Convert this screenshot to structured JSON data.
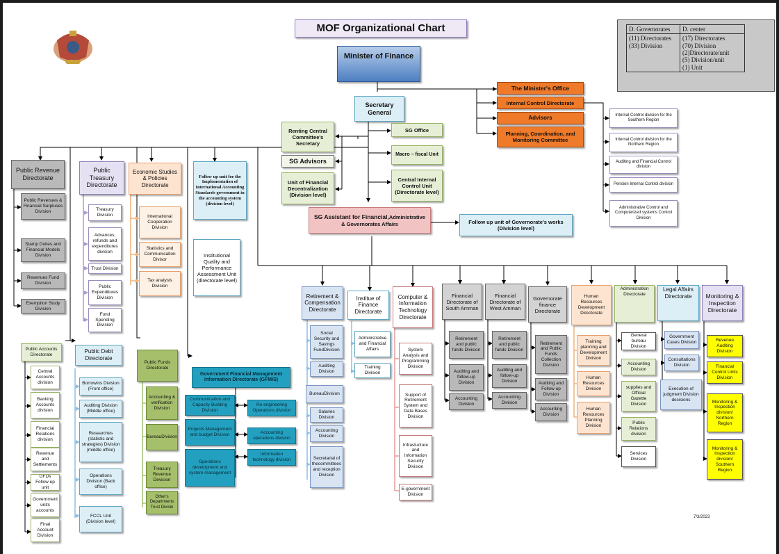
{
  "title": "MOF Organizational Chart",
  "date": "7/3/2023",
  "legend": {
    "col1_header": "D. Governorates",
    "col2_header": "D. center",
    "col1_lines": [
      "(11) Directorates",
      "(33) Division"
    ],
    "col2_lines": [
      "(17) Directorates",
      "(70) Division",
      "(2)Directorate/unit",
      "(5) Division/unit",
      "(1) Unit"
    ]
  },
  "nodes": {
    "minister": "Minister of Finance",
    "ministers_office": "The Minister's Office",
    "internal_control": "Internal Control Directorate",
    "advisors": "Advisors",
    "planning": "Planning, Coordination, and Monitoring Committee",
    "ic_southern": "Internal Control division for the Southern Region",
    "ic_northern": "Internal Control division for the Northern Region",
    "auditing_financial_control": "Auditing and Financial Control division",
    "pension_control": "Pension Internal Control division",
    "admin_computerized_control": "Administrative Control and Computerized systems Control Division",
    "secretary_general": "Secretary General",
    "renting_committee": "Renting Central Committee's Secretary",
    "sg_advisors": "SG Advisors",
    "fiscal_decentralization": "Unit of Financial Decentralization (Division level)",
    "sg_office": "SG Office",
    "macro_fiscal": "Macro – fiscal Unit",
    "central_internal_control": "Central Internal Control Unit (Directorate level)",
    "sg_assistant_a": "SG Assistant for Financial,",
    "sg_assistant_b": "Administrative",
    "sg_assistant_c": "& Governorates Affairs",
    "follow_up_governorate": "Follow up unit of Governorate's works (Division level)",
    "public_revenue": "Public Revenue Directorate",
    "pr_revenues": "Public Revenues & Financial Surpluses Division",
    "pr_stamp": "Stamp Duties and Financial Models Division",
    "pr_revenues_fund": "Revenues Fund Division",
    "pr_exemption": "Exemption Study Division",
    "public_treasury": "Public Treasury Directorate",
    "pt_treasury": "Treasury Division",
    "pt_advances": "Advances, refunds and expenditures division",
    "pt_trust": "Trust Division",
    "pt_public_expenditures": "Public Expenditures Division",
    "pt_fund_spending": "Fund Spending Division",
    "economic_studies": "Economic Studies & Policies Directorate",
    "es_international": "International Cooperation Division",
    "es_statistics": "Statistics and Communication Divisor",
    "es_tax": "Tax analysis Division",
    "follow_up_ias": "Follow up unit for the Implementation of International Accounting Standards government in the accounting system (division level)",
    "institutional_quality": "Institutional Quality and Performance Assessment Unit (directorate level)",
    "public_accounts": "Public Accounts Directorate",
    "pa_central": "Central Accounts division",
    "pa_banking": "Banking Accounts division",
    "pa_financial_relations": "Financial Relations division",
    "pa_revenue_settlements": "Revenue and Settlements",
    "pa_gfds": "GFDs Follow up unit",
    "pa_gov_units": "Government units accounts",
    "pa_final": "Final Account Division",
    "public_debt": "Public Debt Directorate",
    "pd_borrowing": "Borrowins Division (Front office)",
    "pd_auditing": "Auditing Division (Middle office)",
    "pd_researches": "Researches (statistic and strategies) Division (middle office)",
    "pd_operations": "Operations Division (Back office)",
    "pd_fccl": "FCCL Unit (Division level)",
    "public_funds": "Public Funds Directorate",
    "pf_accounting": "Accounting & verification Division",
    "pf_bureau": "BureauDivision",
    "pf_treasury_revenue": "Treasury Revenue Devision",
    "pf_others": "Other's Departments Trust Divisin",
    "gfmis": "Government Financial Management Information Directorate (GFMIS)",
    "gf_communication": "Communication and Capacity Building Division",
    "gf_projects": "Projects Management and budget Division",
    "gf_operations": "Operations development and system management",
    "gf_reengineering": "Re engineering Operations division",
    "gf_accounting_ops": "Accounting operations division",
    "gf_info_tech": "Information technology division",
    "retirement": "Retirement & Compensation Directorate",
    "rc_social": "Social Security and Savings FundDivision",
    "rc_auditing": "Auditing Division",
    "rc_bureau": "BureauDivision",
    "rc_salaries": "Salaries Division",
    "rc_accounting": "Accounting Division",
    "rc_secretarial": "Secretarial of thecommittees and reception Division",
    "institute": "Institue of Finance Directorate",
    "if_admin": "Administrative and Financial Affairs",
    "if_training": "Training Division",
    "computer": "Computer & Information Technology Directorate",
    "ci_system": "System Analysis and Programming Division",
    "ci_support": "Support of Retirement System and Data Bases Division",
    "ci_infra": "Infrastucture and Information Security Division",
    "ci_egov": "E-government Division",
    "fd_south": "Financial Directorate of South Amman",
    "fs_retirement": "Retirement and public funds Division",
    "fs_auditing": "Auditing and follow-up Division",
    "fs_accounting": "Accounting Division",
    "fd_west": "Financial Directorate of West Amman",
    "fw_retirement": "Retirement and public funds Division",
    "fw_auditing": "Auditing and follow-up Division",
    "fw_accounting": "Accounting Division",
    "gov_finance": "Governorate finance Directorate",
    "gv_retirement": "Retirement and Public Funds Collection Division",
    "gv_auditing": "Auditing and Follow up Division",
    "gv_accounting": "Accounting Division",
    "hr": "Human Resources Development Directorate",
    "hr_training": "Training planning and Development Division",
    "hr_resources": "Human Resources Division",
    "hr_planning": "Human Resources Planning Division",
    "administration": "Administration Directorate",
    "ad_general_bureau": "General bureau Division",
    "ad_accounting": "Accounting Division",
    "ad_supplies": "supplies and Official Gazette Division",
    "ad_public_relations": "Public Relations division",
    "ad_services": "Services Division",
    "legal": "Legal Affairs Directorate",
    "la_cases": "Government Cases Division",
    "la_consultations": "Consultations Division",
    "la_execution": "Execution of judgment Division decisions",
    "monitoring": "Monitoring & Inspection Directorate",
    "mi_revenue": "Revenue Auditing Division",
    "mi_financial_control": "Financial Control Units Division",
    "mi_northern": "Monitoring & Inspection division/ Northern Region",
    "mi_southern": "Monitoring & Inspection division/ Southern Region"
  }
}
